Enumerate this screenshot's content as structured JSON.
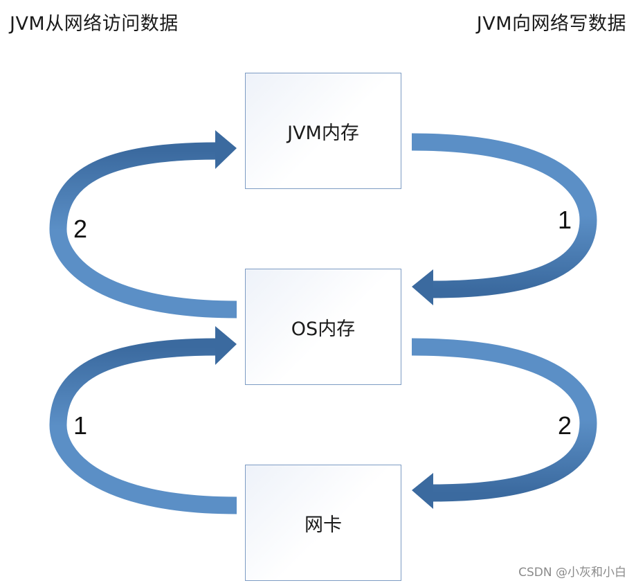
{
  "headings": {
    "left": "JVM从网络访问数据",
    "right": "JVM向网络写数据"
  },
  "boxes": {
    "jvm_memory": "JVM内存",
    "os_memory": "OS内存",
    "nic": "网卡"
  },
  "steps": {
    "read_jvm_from_os": "2",
    "read_os_from_nic": "1",
    "write_jvm_to_os": "1",
    "write_os_to_nic": "2"
  },
  "colors": {
    "arrow_light": "#5b8fc6",
    "arrow_dark": "#3b6a9f",
    "box_border": "#7c9bc3"
  },
  "watermark": "CSDN @小灰和小白"
}
